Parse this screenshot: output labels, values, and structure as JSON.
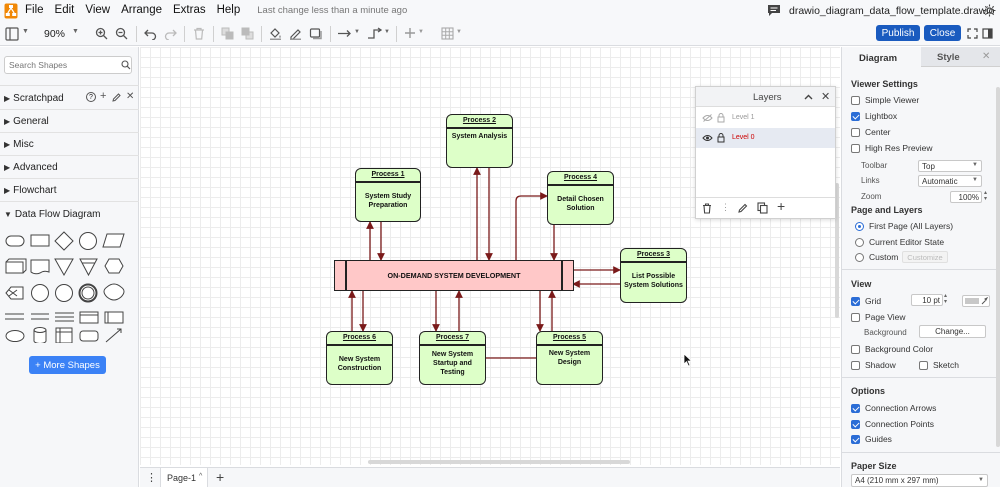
{
  "menu": {
    "items": [
      "File",
      "Edit",
      "View",
      "Arrange",
      "Extras",
      "Help"
    ],
    "last_change": "Last change less than a minute ago",
    "filename": "drawio_diagram_data_flow_template.drawio"
  },
  "toolbar": {
    "zoom": "90%",
    "publish_label": "Publish",
    "close_label": "Close"
  },
  "left_panel": {
    "search_placeholder": "Search Shapes",
    "sections": [
      "Scratchpad",
      "General",
      "Misc",
      "Advanced",
      "Flowchart",
      "Data Flow Diagram"
    ],
    "more_shapes_label": "+ More Shapes"
  },
  "diagram": {
    "main_label": "ON-DEMAND SYSTEM DEVELOPMENT",
    "nodes": [
      {
        "title": "Process 1",
        "label": "System Study Preparation"
      },
      {
        "title": "Process 2",
        "label": "System Analysis"
      },
      {
        "title": "Process 4",
        "label": "Detail Chosen Solution"
      },
      {
        "title": "Process 3",
        "label": "List Possible System Solutions"
      },
      {
        "title": "Process 6",
        "label": "New System Construction"
      },
      {
        "title": "Process 7",
        "label": "New System Startup and Testing"
      },
      {
        "title": "Process 5",
        "label": "New System Design"
      }
    ],
    "colors": {
      "process_fill": "#ddffc8",
      "main_fill": "#ffc8c8",
      "arrow": "#7a1a1a"
    }
  },
  "layers": {
    "title": "Layers",
    "items": [
      {
        "name": "Level 1"
      },
      {
        "name": "Level 0"
      }
    ]
  },
  "right_panel": {
    "tabs": [
      "Diagram",
      "Style"
    ],
    "viewer_settings": {
      "heading": "Viewer Settings",
      "simple_viewer": "Simple Viewer",
      "lightbox": "Lightbox",
      "center": "Center",
      "high_res": "High Res Preview",
      "toolbar_label": "Toolbar",
      "toolbar_value": "Top",
      "links_label": "Links",
      "links_value": "Automatic",
      "zoom_label": "Zoom",
      "zoom_value": "100%"
    },
    "page_layers": {
      "heading": "Page and Layers",
      "first_page": "First Page (All Layers)",
      "current_state": "Current Editor State",
      "custom": "Custom",
      "customize": "Customize"
    },
    "view": {
      "heading": "View",
      "grid": "Grid",
      "grid_size": "10 pt",
      "page_view": "Page View",
      "background": "Background",
      "change": "Change...",
      "background_color": "Background Color",
      "shadow": "Shadow",
      "sketch": "Sketch"
    },
    "options": {
      "heading": "Options",
      "connection_arrows": "Connection Arrows",
      "connection_points": "Connection Points",
      "guides": "Guides"
    },
    "paper": {
      "heading": "Paper Size",
      "value": "A4 (210 mm x 297 mm)"
    }
  },
  "bottom": {
    "page_tab": "Page-1"
  }
}
